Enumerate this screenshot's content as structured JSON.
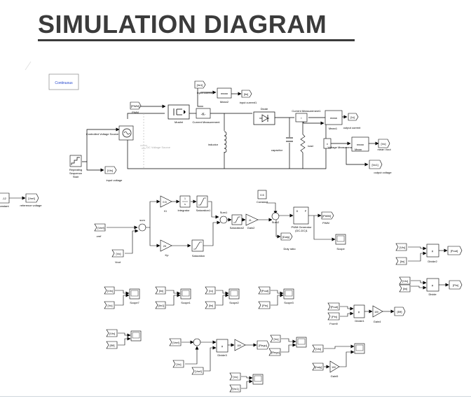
{
  "title": "SIMULATION DIAGRAM",
  "continuous_label": "Continuous",
  "blocks": {
    "pwm_from": "[PWM]",
    "pwm_label": "PWM",
    "mosfet": "Mosfet",
    "iin_goto": "[Iin1]",
    "input_current": "input current",
    "mean2": "Mean2",
    "iin_goto2": "[Iin]",
    "input_current1": "input current1",
    "current_measurement": "Current Measurement",
    "diode": "Diode",
    "current_measurement1": "Current Measurement1",
    "mean1": "Mean1",
    "io_goto": "[Io]",
    "output_current": "output current",
    "controlled_voltage_source": "Controlled Voltage Source",
    "dc_voltage_source": "DC Voltage Source",
    "inductor": "inductor",
    "capacitor": "capacitor",
    "load": "load",
    "voltage_measurement": "Voltage Measurement",
    "mean": "Mean",
    "vo_goto": "[Vo]",
    "mean_vout": "mean Vout",
    "vo1_goto": "[Vo1]",
    "output_voltage": "output voltage",
    "repeating_sequence_l1": "Repeating",
    "repeating_sequence_l2": "Sequence",
    "repeating_sequence_l3": "Stair",
    "vin_goto": "[Vin]",
    "input_voltage": "input voltage",
    "const_value": "-12",
    "constant_label": "onstant",
    "vref_goto": "[Vref]",
    "reference_voltage": "reference voltage",
    "vref_from": "[Vref]",
    "vref_label": "vref",
    "vo_from": "[Vo]",
    "vout_label": "Vout",
    "sum": "sum",
    "ki": "Ki",
    "integrator": "Integrator",
    "saturation1": "Saturation1",
    "sum1": "Sum1",
    "saturation2": "Saturation2",
    "gain2": "Gain2",
    "constant": "Constant",
    "const_05": "0.5",
    "sum2": "Sum2",
    "pwm_gen_l1": "PWM Generator",
    "pwm_gen_l2": "(DC-DC)1",
    "pwm_goto": "[PWM]",
    "pwm_out_label": "PWM",
    "duty_goto": "[Duty]",
    "duty_ratio": "Duty ratio",
    "scope": "Scope",
    "kp": "Kp",
    "saturation": "Saturation",
    "divide2": "Divide2",
    "pout_goto": "[Pout]",
    "divide": "Divide",
    "pin_goto": "[Pin]",
    "scope7": "Scope7",
    "scope1": "Scope1",
    "scope2": "Scope2",
    "scope3": "Scope3",
    "from_vin": "[Vin]",
    "from_vo": "[Vo]",
    "from_iin": "[Iin]",
    "from_iin1": "[Iin1]",
    "from_io": "[Io]",
    "from_iin_b": "[Iin]",
    "from_pout": "[Pout]",
    "from_pin": "[Pin]",
    "from_pout2": "[Pout]",
    "from_pin2": "[Pin]",
    "from9": "From9",
    "divide1": "Divide1",
    "gain4": "Gain4",
    "gain4_val": "100",
    "eff_goto": "[Eff]",
    "from_vin2": "[Vin]",
    "from_eff": "[Eff]",
    "from_vref2": "[Vref]",
    "from_vo2": "[Vo]",
    "from_vref3": "[Vref]",
    "divide3": "Divide3",
    "gain3_val": "100",
    "regu_goto": "[Regu]",
    "from_vin3": "[Vin]",
    "from_regu": "[Regu]",
    "from_vin4": "[Vin]",
    "from_duty": "[Duty]",
    "gain5": "Gain5",
    "from_vo3": "[Vo]",
    "from_vo1b": "[Vo1]",
    "gain_k": "-K-",
    "ones": "1",
    "pid_integrator": "1/s",
    "p_port": "P",
    "d_port": "D",
    "plus_minus": "+ -",
    "times": "×",
    "div": "÷"
  }
}
